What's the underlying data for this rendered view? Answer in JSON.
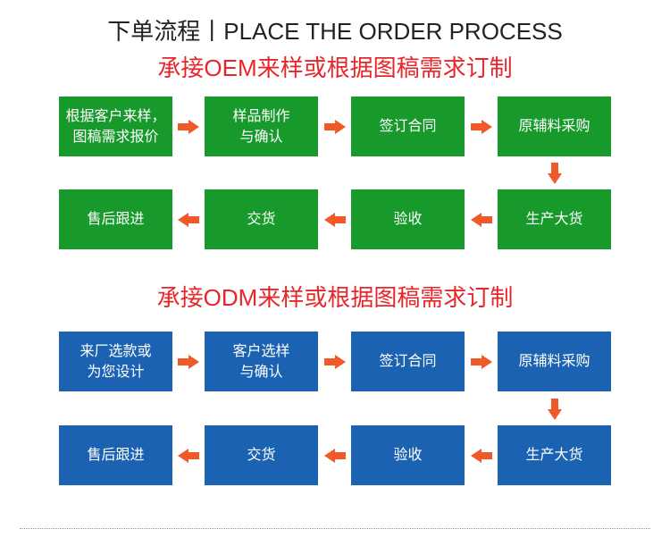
{
  "header": {
    "title": "下单流程丨PLACE THE ORDER PROCESS"
  },
  "colors": {
    "title": "#222222",
    "subtitle": "#e8262a",
    "arrow": "#f05a28",
    "oem_box": "#17992b",
    "odm_box": "#1b63b2",
    "box_text": "#ffffff",
    "divider": "#9a9a9a"
  },
  "icons": {
    "next": "arrow-right-icon",
    "back": "arrow-left-icon",
    "down": "arrow-down-icon"
  },
  "oem": {
    "subtitle": "承接OEM来样或根据图稿需求订制",
    "steps": [
      {
        "lines": [
          "根据客户来样，",
          "图稿需求报价"
        ]
      },
      {
        "lines": [
          "样品制作",
          "与确认"
        ]
      },
      {
        "lines": [
          "签订合同"
        ]
      },
      {
        "lines": [
          "原辅料采购"
        ]
      },
      {
        "lines": [
          "生产大货"
        ]
      },
      {
        "lines": [
          "验收"
        ]
      },
      {
        "lines": [
          "交货"
        ]
      },
      {
        "lines": [
          "售后跟进"
        ]
      }
    ]
  },
  "odm": {
    "subtitle": "承接ODM来样或根据图稿需求订制",
    "steps": [
      {
        "lines": [
          "来厂选款或",
          "为您设计"
        ]
      },
      {
        "lines": [
          "客户选样",
          "与确认"
        ]
      },
      {
        "lines": [
          "签订合同"
        ]
      },
      {
        "lines": [
          "原辅料采购"
        ]
      },
      {
        "lines": [
          "生产大货"
        ]
      },
      {
        "lines": [
          "验收"
        ]
      },
      {
        "lines": [
          "交货"
        ]
      },
      {
        "lines": [
          "售后跟进"
        ]
      }
    ]
  }
}
